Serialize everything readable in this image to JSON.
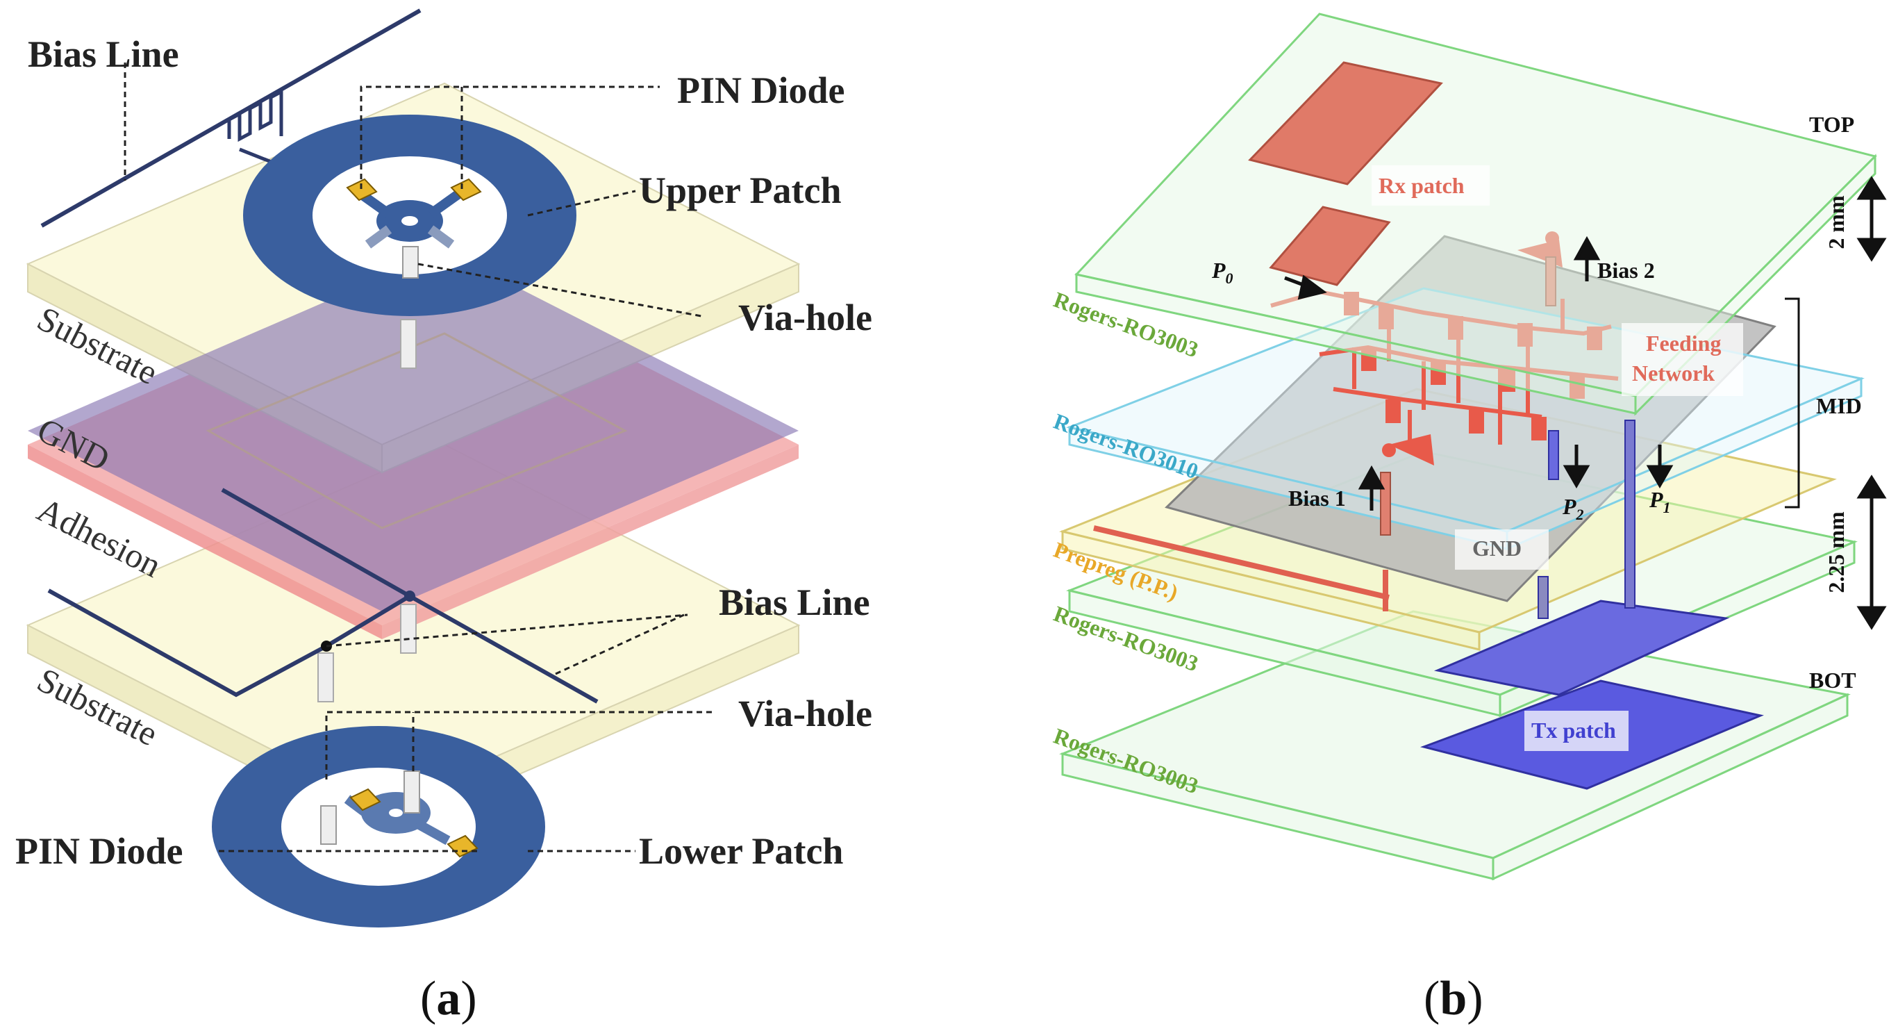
{
  "panel_a": {
    "bias_line_top": "Bias Line",
    "pin_diode_top": "PIN Diode",
    "upper_patch": "Upper Patch",
    "via_hole_top": "Via-hole",
    "substrate_top": "Substrate",
    "gnd": "GND",
    "adhesion": "Adhesion",
    "bias_line_mid": "Bias Line",
    "via_hole_bottom": "Via-hole",
    "substrate_bottom": "Substrate",
    "pin_diode_bottom": "PIN Diode",
    "lower_patch": "Lower Patch",
    "caption_open": "(",
    "caption_letter": "a",
    "caption_close": ")"
  },
  "panel_b": {
    "top": "TOP",
    "mid": "MID",
    "bot": "BOT",
    "dim_2mm": "2 mm",
    "dim_225mm": "2.25 mm",
    "rx_patch": "Rx patch",
    "tx_patch": "Tx patch",
    "feeding_line1": "Feeding",
    "feeding_line2": "Network",
    "gnd": "GND",
    "bias1": "Bias 1",
    "bias2": "Bias 2",
    "p0": "P",
    "p0_sub": "0",
    "p1": "P",
    "p1_sub": "1",
    "p2": "P",
    "p2_sub": "2",
    "layer1": "Rogers-RO3003",
    "layer2": "Rogers-RO3010",
    "layer3": "Prepreg (P.P.)",
    "layer4": "Rogers-RO3003",
    "layer5": "Rogers-RO3003",
    "caption_open": "(",
    "caption_letter": "b",
    "caption_close": ")"
  },
  "colors": {
    "patch_blue": "#3a5f9e",
    "diode_yellow": "#e8b62a",
    "substrate_yellow": "#fbf9d8",
    "gnd_purple": "#8a7ab8",
    "adhesion_pink": "#f4a0a0",
    "green_layer": "#7fd67f",
    "cyan_layer": "#7fd0e6",
    "red_network": "#e85a4a",
    "tx_blue": "#5a5ae0",
    "rx_red": "#e07a68"
  }
}
